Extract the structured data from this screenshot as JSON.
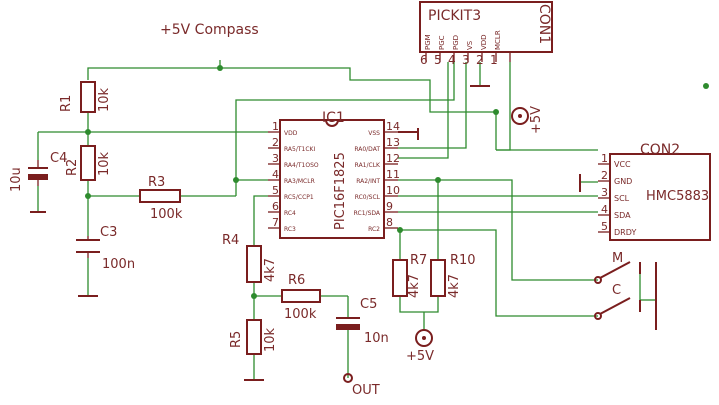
{
  "labels": {
    "compass_supply": "+5V Compass",
    "pickit_title": "PICKIT3",
    "con1": "CON1",
    "pickit_pins": [
      "PGM",
      "PGC",
      "PGD",
      "VS",
      "VDD",
      "MCLR"
    ],
    "pickit_nums": [
      "6",
      "5",
      "4",
      "3",
      "2",
      "1"
    ],
    "supply_5v_top": "+5V",
    "supply_5v_bottom": "+5V",
    "ic1": "IC1",
    "ic1_part": "PIC16F1825",
    "ic_left_pins": [
      "VDD",
      "RA5/T1CKI",
      "RA4/T1OSO",
      "RA3/MCLR",
      "RC5/CCP1",
      "RC4",
      "RC3"
    ],
    "ic_left_nums": [
      "1",
      "2",
      "3",
      "4",
      "5",
      "6",
      "7"
    ],
    "ic_right_pins": [
      "VSS",
      "RA0/DAT",
      "RA1/CLK",
      "RA2/INT",
      "RC0/SCL",
      "RC1/SDA",
      "RC2"
    ],
    "ic_right_nums": [
      "14",
      "13",
      "12",
      "11",
      "10",
      "9",
      "8"
    ],
    "con2": "CON2",
    "con2_part": "HMC5883",
    "con2_pins": [
      "VCC",
      "GND",
      "SCL",
      "SDA",
      "DRDY"
    ],
    "con2_nums": [
      "1",
      "2",
      "3",
      "4",
      "5"
    ],
    "r1": "R1",
    "r1_val": "10k",
    "r2": "R2",
    "r2_val": "10k",
    "r3": "R3",
    "r3_val": "100k",
    "r4": "R4",
    "r4_val": "4k7",
    "r5": "R5",
    "r5_val": "10k",
    "r6": "R6",
    "r6_val": "100k",
    "r7": "R7",
    "r7_val": "4k7",
    "r10": "R10",
    "r10_val": "4k7",
    "c3": "C3",
    "c3_val": "100n",
    "c4": "C4",
    "c4_val": "10u",
    "c5": "C5",
    "c5_val": "10n",
    "sw_m": "M",
    "sw_c": "C",
    "out": "OUT"
  },
  "colors": {
    "wire": "#2e8b2e",
    "component": "#7a1e1e",
    "text": "#7a2a2a"
  }
}
